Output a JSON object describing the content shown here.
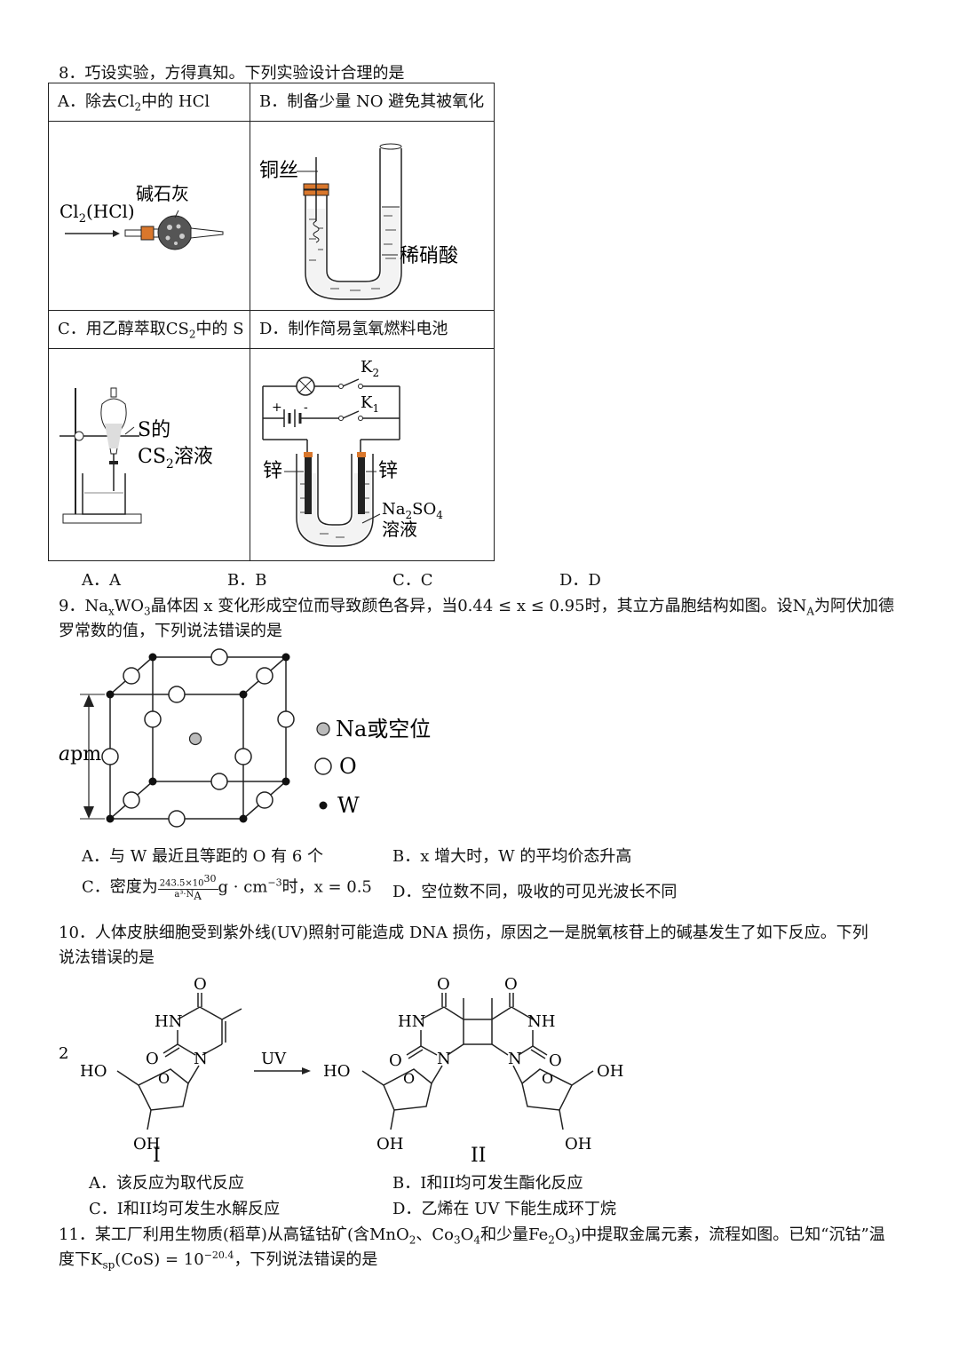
{
  "q8": {
    "stem": "8．巧设实验，方得真知。下列实验设计合理的是",
    "cells": {
      "A_head_pre": "A．除去Cl",
      "A_head_sub": "2",
      "A_head_post": "中的 HCl",
      "B_head": "B．制备少量 NO 避免其被氧化",
      "C_head_pre": "C．用乙醇萃取CS",
      "C_head_sub": "2",
      "C_head_post": "中的 S",
      "D_head": "D．制作简易氢氧燃料电池"
    },
    "figA": {
      "gas_pre": "Cl",
      "gas_sub": "2",
      "gas_post": "(HCl)",
      "reagent": "碱石灰"
    },
    "figB": {
      "wire": "铜丝",
      "acid": "稀硝酸"
    },
    "figC": {
      "line1": "S的",
      "line2_pre": "CS",
      "line2_sub": "2",
      "line2_post": "溶液"
    },
    "figD": {
      "k2": "K",
      "k2_sub": "2",
      "k1": "K",
      "k1_sub": "1",
      "plus": "+",
      "minus": "-",
      "left": "锌",
      "right": "锌",
      "sol_pre": "Na",
      "sol_sub1": "2",
      "sol_mid": "SO",
      "sol_sub2": "4",
      "sol_post": "溶液"
    },
    "options": [
      "A．A",
      "B．B",
      "C．C",
      "D．D"
    ]
  },
  "q9": {
    "line1_a": "9．Na",
    "line1_sub1": "x",
    "line1_b": "WO",
    "line1_sub2": "3",
    "line1_c": "晶体因 x 变化形成空位而导致颜色各异，当0.44 ≤ x ≤ 0.95时，其立方晶胞结构如图。设N",
    "line1_sub3": "A",
    "line1_d": "为阿伏加德",
    "line2": "罗常数的值，下列说法错误的是",
    "fig": {
      "edge_italic": "a",
      "edge_unit": "pm",
      "legend_na": "Na或空位",
      "legend_o": "O",
      "legend_w": "W"
    },
    "optA": "A．与 W 最近且等距的 O 有 6 个",
    "optB": "B．x 增大时，W 的平均价态升高",
    "optC_pre": "C．密度为",
    "optC_num": "243.5×10",
    "optC_num_sup": "30",
    "optC_den": "a³·N",
    "optC_den_sub": "A",
    "optC_unit": "g · cm",
    "optC_unit_sup": "−3",
    "optC_post": "时，x = 0.5",
    "optD": "D．空位数不同，吸收的可见光波长不同"
  },
  "q10": {
    "line1": "10．人体皮肤细胞受到紫外线(UV)照射可能造成 DNA 损伤，原因之一是脱氧核苷上的碱基发生了如下反应。下列",
    "line2": "说法错误的是",
    "fig": {
      "coef": "2",
      "uv": "UV",
      "label1": "I",
      "label2": "II",
      "O": "O",
      "HN": "HN",
      "NH": "NH",
      "N": "N",
      "HO": "HO",
      "OH": "OH"
    },
    "optA": "A．该反应为取代反应",
    "optB": "B．I和II均可发生酯化反应",
    "optC": "C．I和II均可发生水解反应",
    "optD": "D．乙烯在 UV 下能生成环丁烷"
  },
  "q11": {
    "line1_a": "11．某工厂利用生物质(稻草)从高锰钴矿(含MnO",
    "line1_s1": "2",
    "line1_b": "、Co",
    "line1_s2": "3",
    "line1_c": "O",
    "line1_s3": "4",
    "line1_d": "和少量Fe",
    "line1_s4": "2",
    "line1_e": "O",
    "line1_s5": "3",
    "line1_f": ")中提取金属元素，流程如图。已知“沉钴”温",
    "line2_a": "度下K",
    "line2_s1": "sp",
    "line2_b": "(CoS) = 10",
    "line2_sup": "−20.4",
    "line2_c": "，下列说法错误的是"
  }
}
